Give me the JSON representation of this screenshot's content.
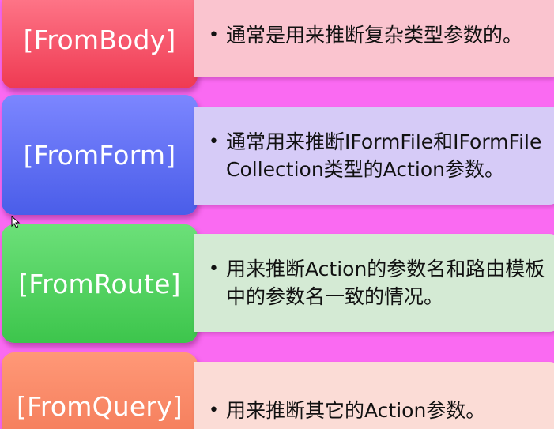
{
  "rows": [
    {
      "label": "[FromBody]",
      "description": "通常是用来推断复杂类型参数的。"
    },
    {
      "label": "[FromForm]",
      "description": "通常用来推断IFormFile和IFormFileCollection类型的Action参数。"
    },
    {
      "label": "[FromRoute]",
      "description": "用来推断Action的参数名和路由模板中的参数名一致的情况。"
    },
    {
      "label": "[FromQuery]",
      "description": "用来推断其它的Action参数。"
    }
  ],
  "bullet": "•",
  "colors": {
    "background": "#fa6af2",
    "fromBody": "#f4485f",
    "fromForm": "#5a6cf0",
    "fromRoute": "#4dd25b",
    "fromQuery": "#f78462"
  },
  "icons": {
    "cursor": "mouse-pointer-icon"
  }
}
